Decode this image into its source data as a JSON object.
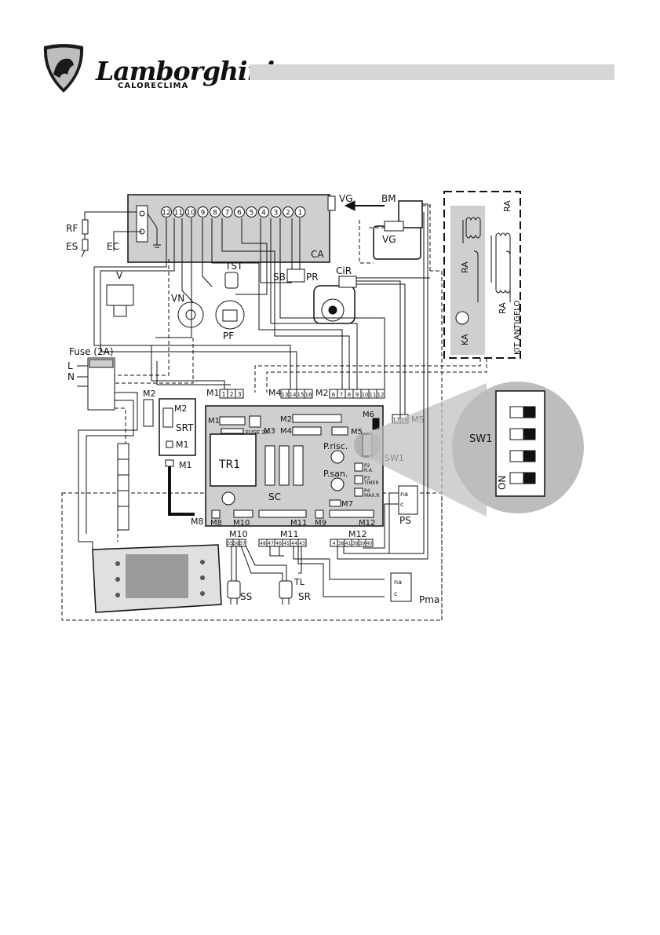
{
  "header": {
    "brand": "Lamborghini",
    "brand_sub": "CALORECLIMA"
  },
  "labels": {
    "RF": "RF",
    "ES": "ES",
    "EC": "EC",
    "CA": "CA",
    "VG": "VG",
    "VG_body": "VG",
    "BM": "BM",
    "RA": "RA",
    "KA": "KA",
    "KIT": "KIT ANTIGELO",
    "V": "V",
    "TST": "TST",
    "SB": "SB",
    "PR": "PR",
    "CiR": "CiR",
    "VN": "VN",
    "PF": "PF",
    "Fuse": "Fuse (2A)",
    "L": "L",
    "N": "N",
    "M1": "M1",
    "M2": "M2",
    "M3": "M3",
    "M4": "M4",
    "M5": "M5",
    "M6": "M6",
    "M7": "M7",
    "M8": "M8",
    "M9": "M9",
    "M10": "M10",
    "M11": "M11",
    "M12": "M12",
    "SRT": "SRT",
    "TR1": "TR1",
    "SC": "SC",
    "FUSE2A": "FUSE 2A",
    "Prisc": "P.risc.",
    "Psan": "P.san.",
    "P2": "P2",
    "P2b": "R.A.",
    "P3": "P3",
    "P3b": "TIMER",
    "P4": "P4",
    "P4b": "MAX.R",
    "SW1": "SW1",
    "PS": "PS",
    "Pma": "Pma",
    "SS": "SS",
    "SR": "SR",
    "TL": "TL",
    "na": "na",
    "c": "c",
    "ON": "ON"
  },
  "ca_terminals": [
    "12",
    "11",
    "10",
    "9",
    "8",
    "7",
    "6",
    "5",
    "4",
    "3",
    "2",
    "1"
  ],
  "m1_terms": [
    "1",
    "2",
    "3"
  ],
  "m4_terms": [
    "13",
    "14",
    "15",
    "16"
  ],
  "m2_terms": [
    "6",
    "7",
    "8",
    "9",
    "10",
    "11",
    "12"
  ],
  "m5_terms": [
    "17",
    "18"
  ],
  "m11_terms": [
    "48",
    "47",
    "46",
    "45",
    "44",
    "43"
  ],
  "m12_terms": [
    "4",
    "38",
    "41",
    "38",
    "39",
    "40"
  ],
  "m10_terms": [
    "35",
    "36",
    "37"
  ],
  "dip_switches": [
    {
      "state": "off"
    },
    {
      "state": "off"
    },
    {
      "state": "off"
    },
    {
      "state": "off"
    }
  ]
}
